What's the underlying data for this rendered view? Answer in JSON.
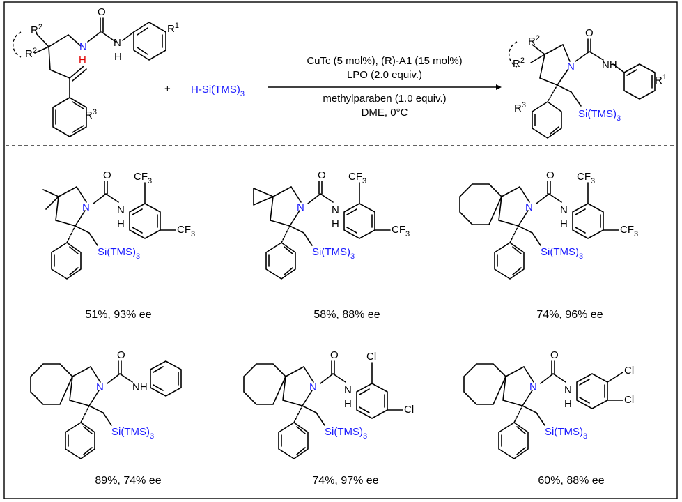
{
  "scheme": {
    "reagent": "H-Si(TMS)",
    "reagent_sub": "3",
    "plus": "+",
    "conditions": [
      "CuTc (5 mol%), (R)-A1 (15 mol%)",
      "LPO (2.0 equiv.)",
      "methylparaben (1.0 equiv.)",
      "DME, 0°C"
    ],
    "r_labels": {
      "R": "R",
      "sup1": "1",
      "sup2": "2",
      "sup3": "3"
    },
    "atoms": {
      "N": "N",
      "H": "H",
      "O": "O",
      "Si": "Si(TMS)",
      "Si_sub": "3",
      "CF3": "CF",
      "CF3_sub": "3",
      "Cl": "Cl"
    }
  },
  "products": [
    {
      "yield": "51%, 93% ee"
    },
    {
      "yield": "58%, 88% ee"
    },
    {
      "yield": "74%, 96% ee"
    },
    {
      "yield": "89%, 74% ee"
    },
    {
      "yield": "74%, 97% ee"
    },
    {
      "yield": "60%, 88% ee"
    }
  ],
  "colors": {
    "nitrogen": "#1a1aff",
    "silyl": "#1a1aff",
    "highlight": "#e00000",
    "border": "#000000"
  }
}
